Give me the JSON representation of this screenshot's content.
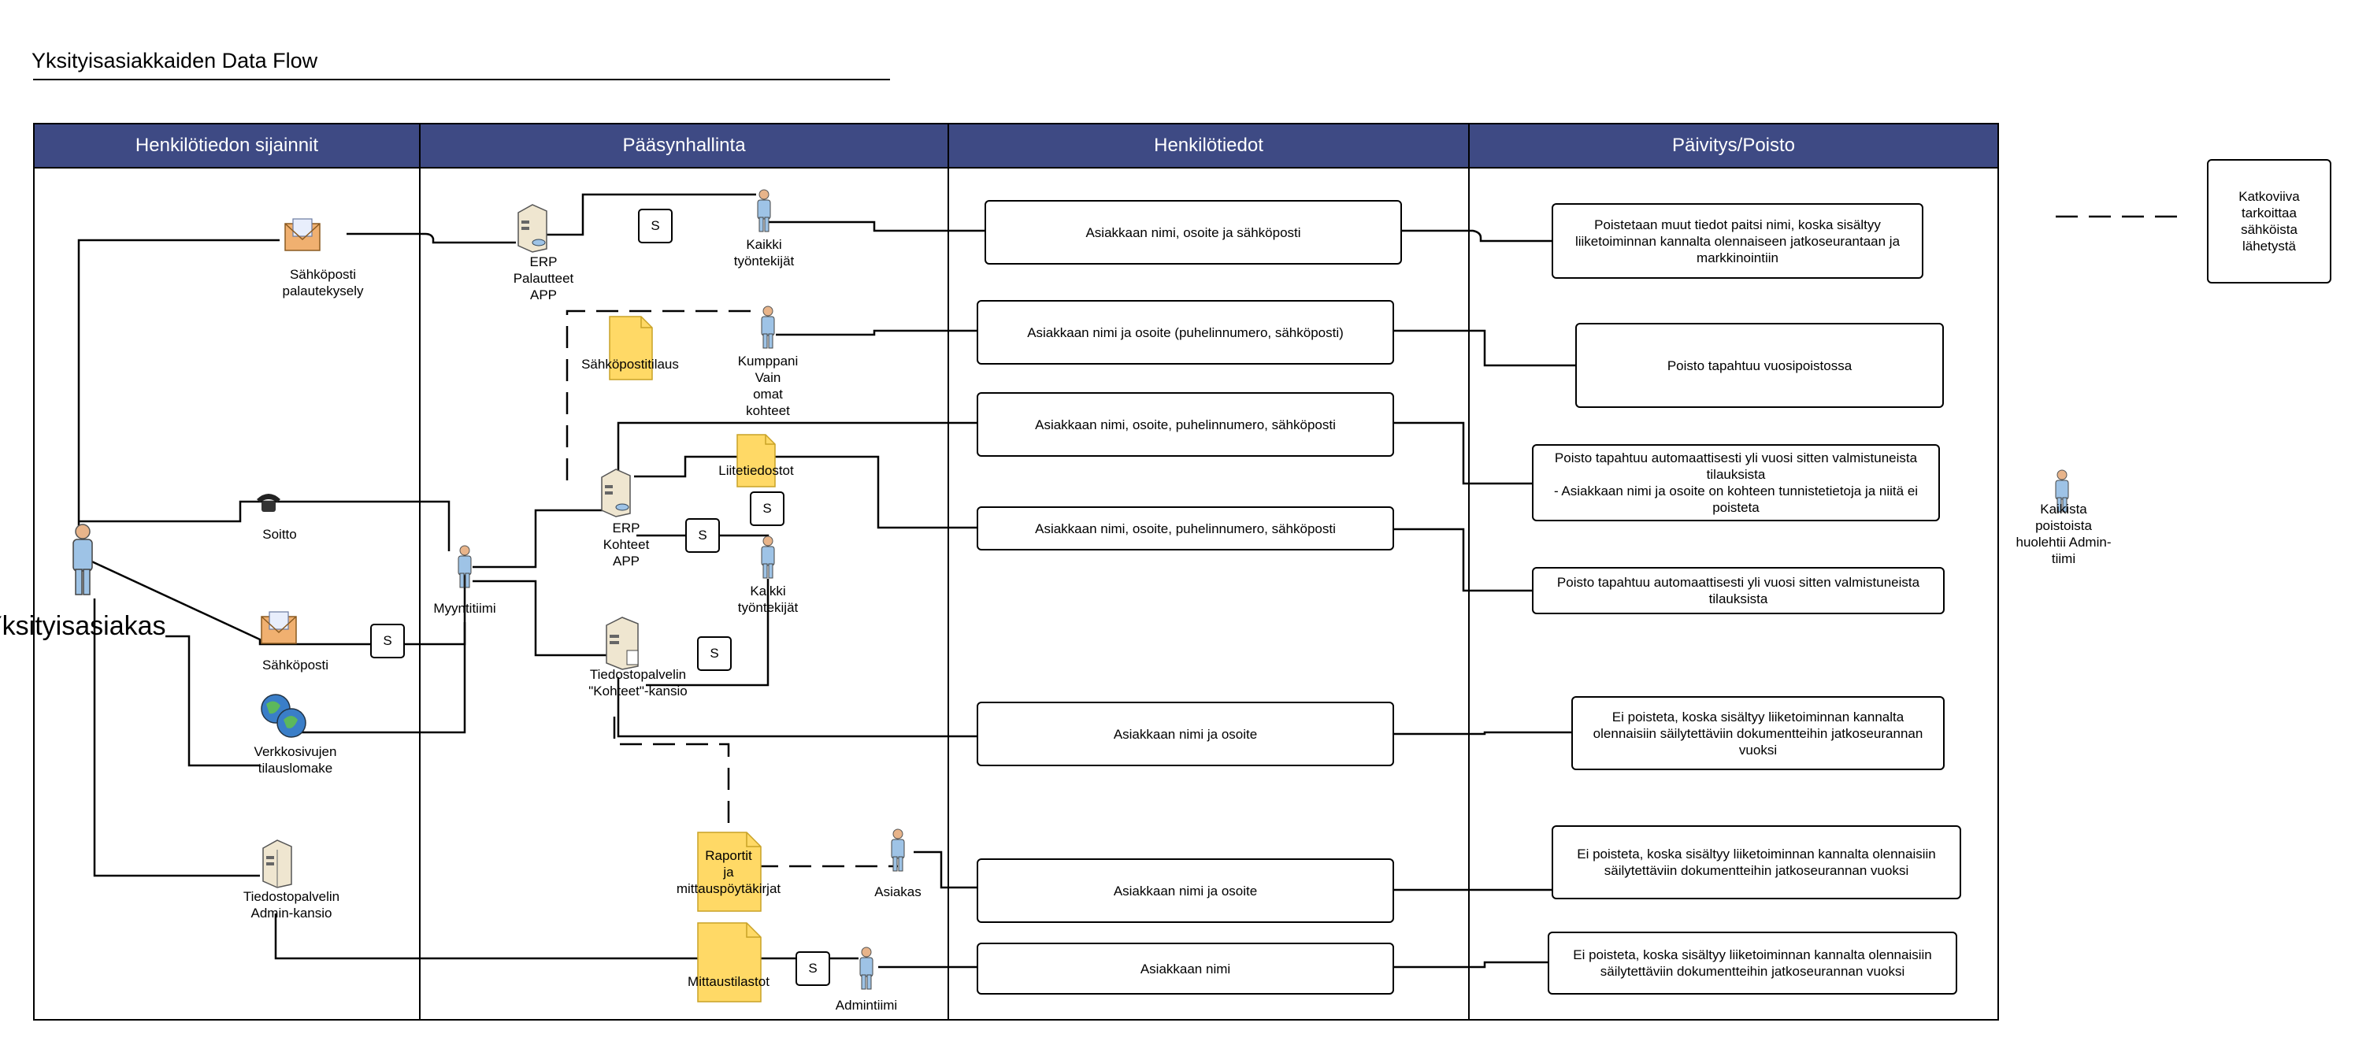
{
  "title": "Yksityisasiakkaiden Data Flow",
  "lanes": [
    "Henkilötiedon sijainnit",
    "Pääsynhallinta",
    "Henkilötiedot",
    "Päivitys/Poisto"
  ],
  "actor": {
    "label": "Yksityisasiakas"
  },
  "sources": {
    "email_survey": "Sähköposti\npalautekysely",
    "call": "Soitto",
    "email": "Sähköposti",
    "web_form": "Verkkosivujen\ntilauslomake",
    "file_server_admin": "Tiedostopalvelin\nAdmin-kansio"
  },
  "access": {
    "erp_feedback": "ERP\nPalautteet\nAPP",
    "all_staff_1": "Kaikki\ntyöntekijät",
    "email_order": "Sähköpostitilaus",
    "partner": "Kumppani\nVain\nomat\nkohteet",
    "attachments": "Liitetiedostot",
    "erp_sites": "ERP\nKohteet\nAPP",
    "all_staff_2": "Kaikki\ntyöntekijät",
    "sales": "Myyntitiimi",
    "file_server_sites": "Tiedostopalvelin\n\"Kohteet\"-kansio",
    "reports": "Raportit\nja\nmittauspöytäkirjat",
    "customer": "Asiakas",
    "measurement_stats": "Mittaustilastot",
    "admin_team": "Admintiimi",
    "s_label": "S"
  },
  "personal_data": [
    "Asiakkaan nimi, osoite ja sähköposti",
    "Asiakkaan nimi ja osoite (puhelinnumero, sähköposti)",
    "Asiakkaan nimi, osoite, puhelinnumero, sähköposti",
    "Asiakkaan nimi, osoite, puhelinnumero, sähköposti",
    "Asiakkaan nimi ja osoite",
    "Asiakkaan nimi ja osoite",
    "Asiakkaan nimi"
  ],
  "retention": [
    "Poistetaan muut tiedot paitsi nimi, koska sisältyy liiketoiminnan kannalta olennaiseen jatkoseurantaan ja markkinointiin",
    "Poisto tapahtuu vuosipoistossa",
    "Poisto tapahtuu automaattisesti yli vuosi sitten valmistuneista tilauksista\n- Asiakkaan nimi ja osoite on kohteen tunnistetietoja ja niitä ei poisteta",
    "Poisto tapahtuu automaattisesti yli vuosi sitten valmistuneista tilauksista",
    "Ei poisteta, koska sisältyy liiketoiminnan kannalta olennaisiin säilytettäviin dokumentteihin jatkoseurannan vuoksi",
    "Ei poisteta, koska sisältyy liiketoiminnan kannalta olennaisiin säilytettäviin dokumentteihin jatkoseurannan vuoksi",
    "Ei poisteta, koska sisältyy liiketoiminnan kannalta olennaisiin säilytettäviin dokumentteihin jatkoseurannan vuoksi"
  ],
  "legend": {
    "dashed": "Katkoviiva tarkoittaa sähköista lähetystä",
    "admin_note": "Kaikista poistoista huolehtii Admin-tiimi"
  },
  "colors": {
    "lane_header": "#3e4a84",
    "document": "#ffd966",
    "person": "#9ec3e6",
    "server": "#efe6d0"
  }
}
